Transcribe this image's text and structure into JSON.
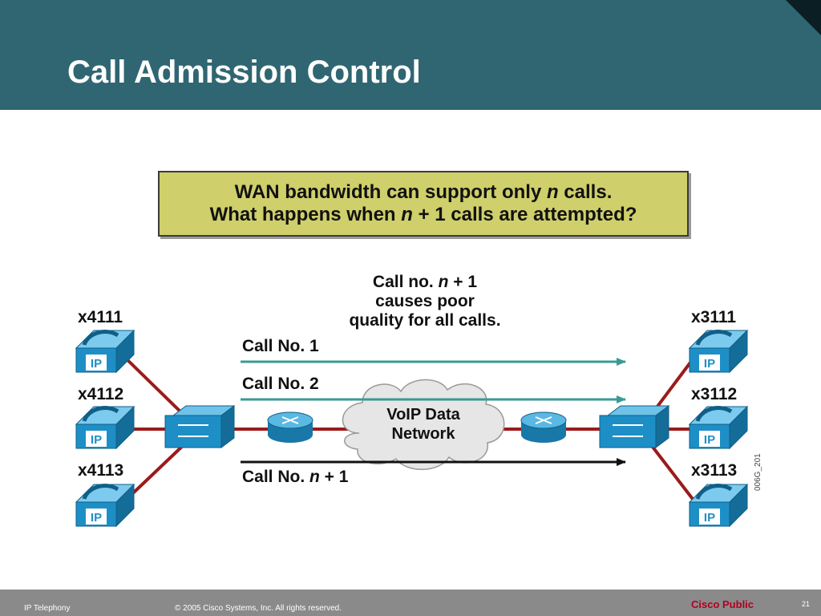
{
  "slide": {
    "title": "Call Admission Control"
  },
  "question": {
    "line1": "WAN bandwidth can support only n calls.",
    "line2": "What happens when n + 1 calls are attempted?"
  },
  "note": {
    "line1": "Call no. n + 1",
    "line2": "causes poor",
    "line3": "quality for all calls."
  },
  "calls": [
    {
      "label": "Call No. 1"
    },
    {
      "label": "Call No. 2"
    },
    {
      "label": "Call No. n + 1"
    }
  ],
  "cloud": {
    "line1": "VoIP Data",
    "line2": "Network"
  },
  "phones_left": [
    {
      "ext": "x4111",
      "badge": "IP"
    },
    {
      "ext": "x4112",
      "badge": "IP"
    },
    {
      "ext": "x4113",
      "badge": "IP"
    }
  ],
  "phones_right": [
    {
      "ext": "x3111",
      "badge": "IP"
    },
    {
      "ext": "x3112",
      "badge": "IP"
    },
    {
      "ext": "x3113",
      "badge": "IP"
    }
  ],
  "figure_id": "006G_201",
  "footer": {
    "section": "IP Telephony",
    "copyright": "© 2005 Cisco Systems, Inc. All rights reserved.",
    "classification": "Cisco Public",
    "page": "21"
  },
  "colors": {
    "header": "#2f6672",
    "question_box": "#cfcf6b",
    "link_red": "#9b1b1b",
    "arrow_teal": "#3a9a94",
    "arrow_black": "#111111",
    "device_blue": "#1e8fc6",
    "cloud": "#e6e6e6"
  }
}
